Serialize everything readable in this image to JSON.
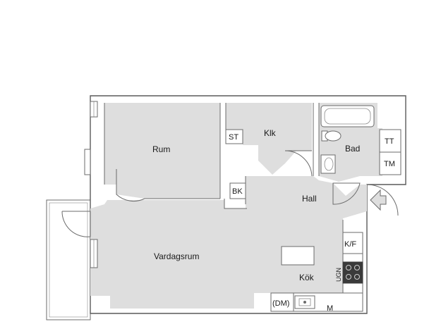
{
  "plan": {
    "rooms": {
      "rum": "Rum",
      "klk": "Klk",
      "bad": "Bad",
      "hall": "Hall",
      "vardagsrum": "Vardagsrum",
      "kok": "Kök"
    },
    "fixtures": {
      "st": "ST",
      "bk": "BK",
      "tt": "TT",
      "tm": "TM",
      "kf": "K/F",
      "ugn": "UGN",
      "dm": "(DM)",
      "m": "M"
    }
  }
}
